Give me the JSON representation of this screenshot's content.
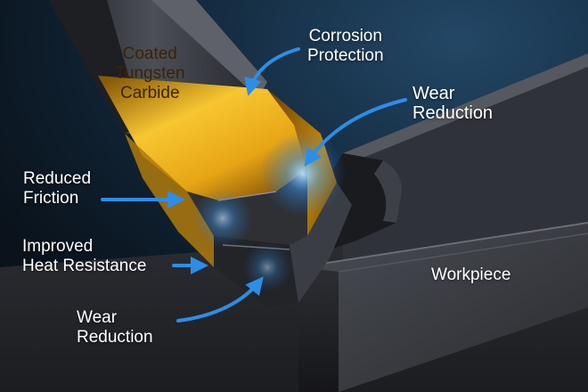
{
  "labels": {
    "coated": "Coated\nTungsten\nCarbide",
    "corrosion": "Corrosion\nProtection",
    "wear_top": "Wear\nReduction",
    "friction": "Reduced\nFriction",
    "heat": "Improved\nHeat Resistance",
    "wear_bottom": "Wear\nReduction",
    "workpiece": "Workpiece"
  },
  "colors": {
    "label_text": "#ffffff",
    "coated_label_text": "#3a2400",
    "arrow": "#2c8ee8",
    "coating": "#f2b418",
    "steel": "#3b3e44",
    "background": "#102030"
  }
}
